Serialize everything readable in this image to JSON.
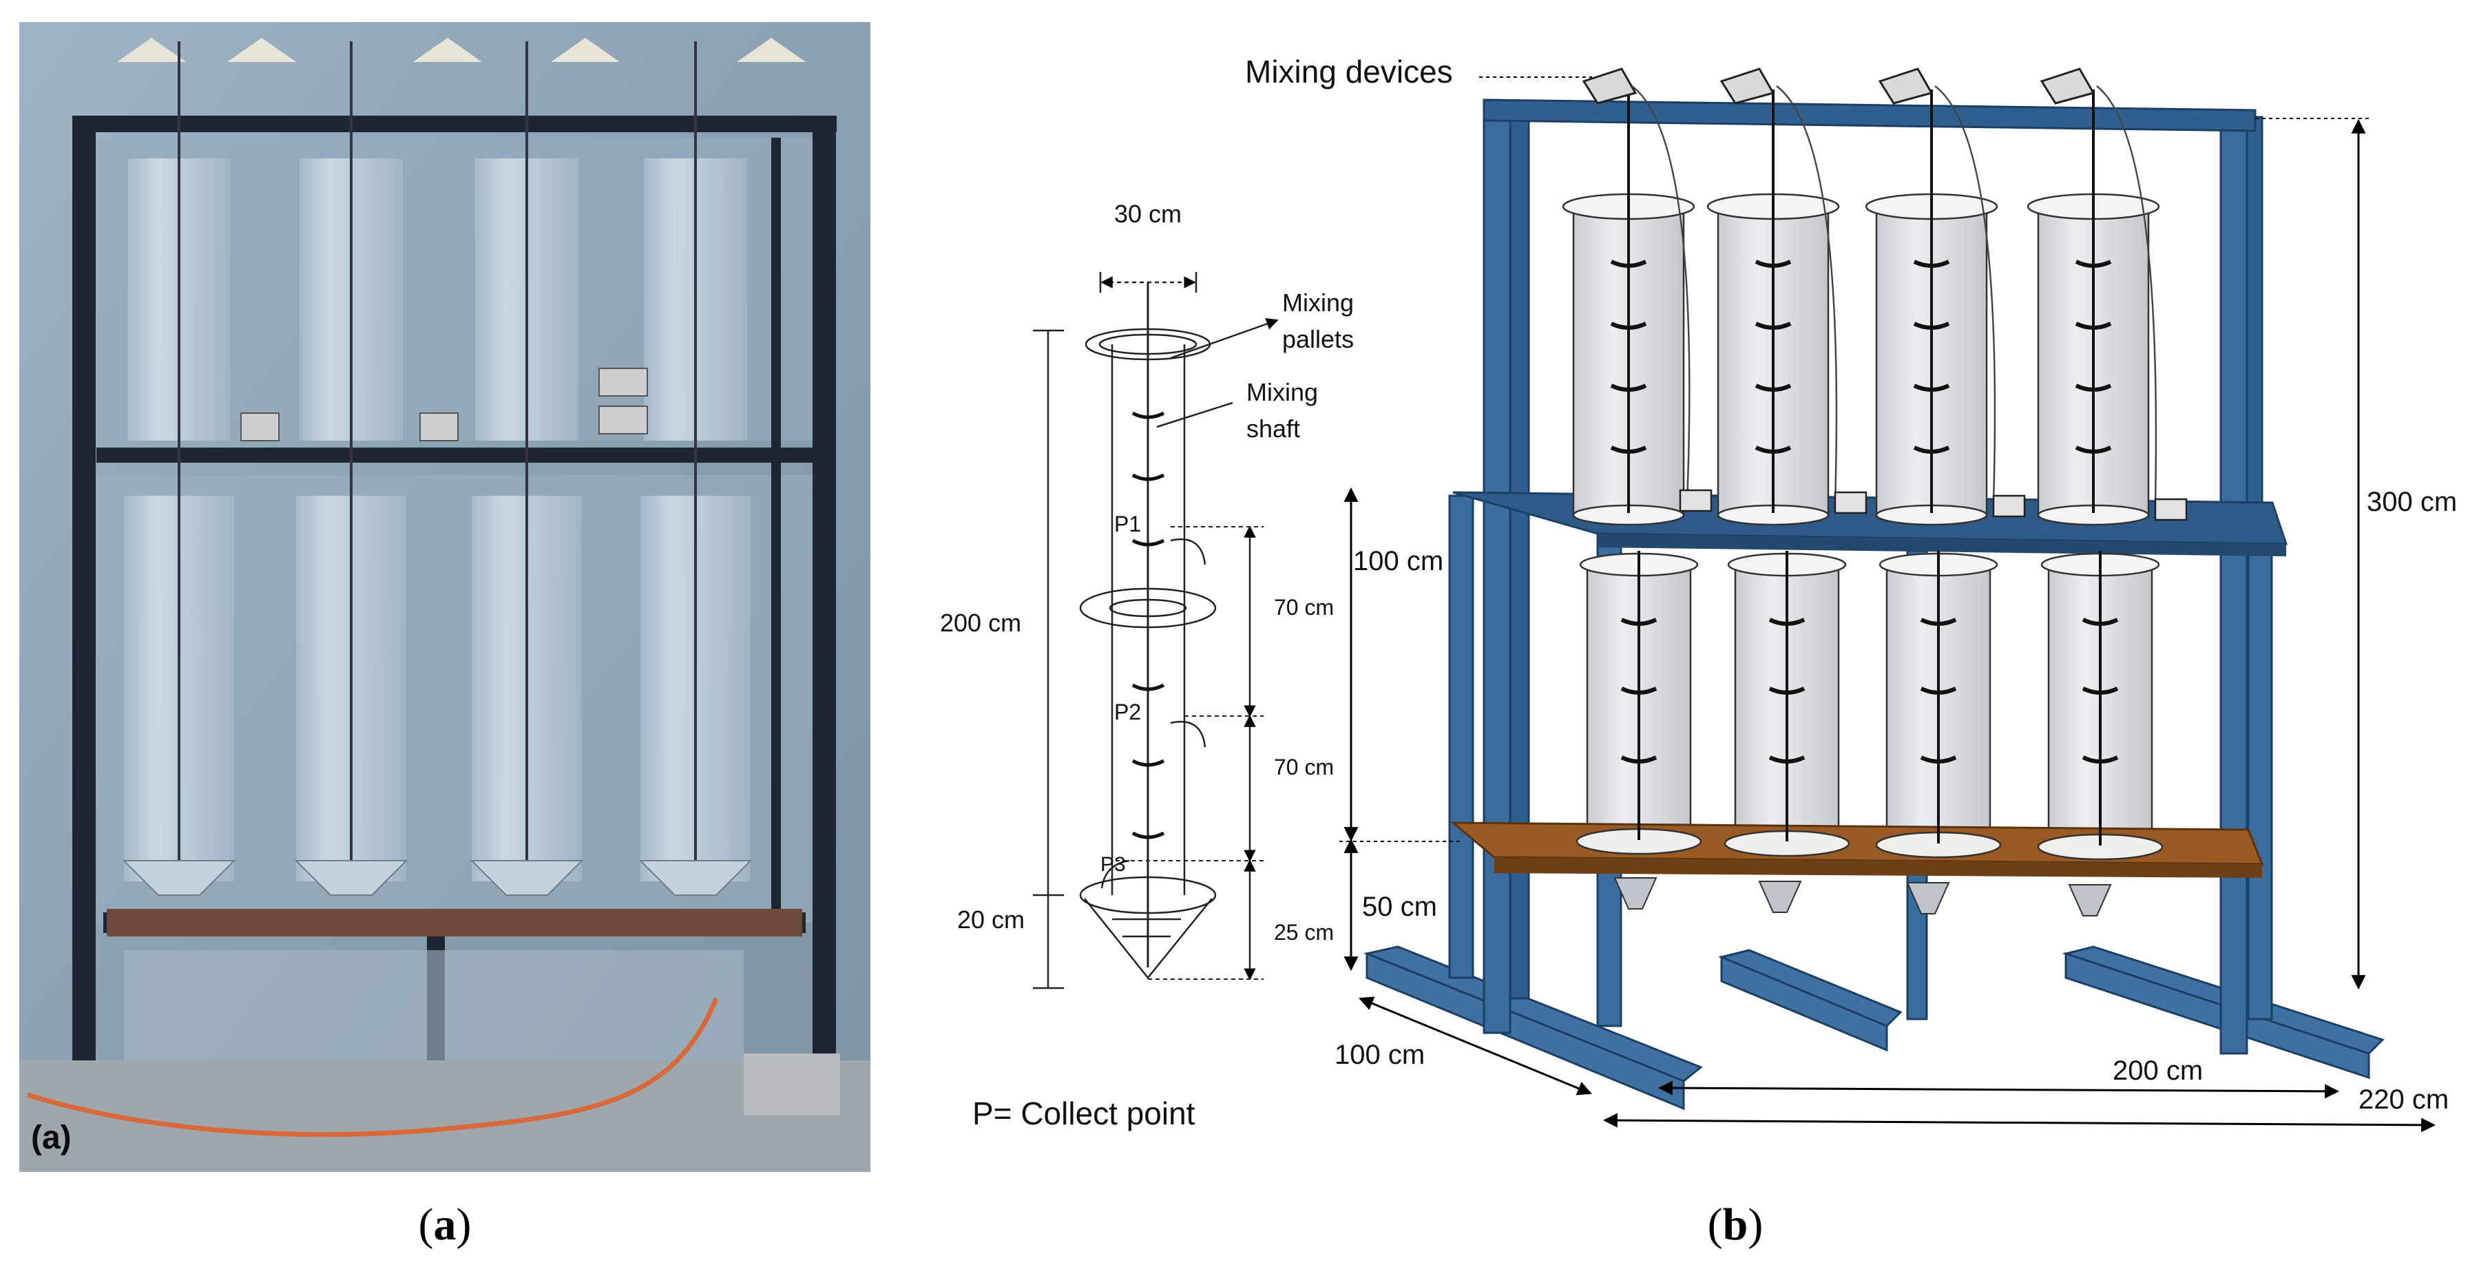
{
  "panel_a": {
    "photo_tag": "(a)",
    "caption": {
      "open": "(",
      "letter": "a",
      "close": ")"
    }
  },
  "panel_b": {
    "caption": {
      "open": "(",
      "letter": "b",
      "close": ")"
    },
    "column_diagram": {
      "diameter_label": "30 cm",
      "total_height_label": "200 cm",
      "cone_height_label": "20 cm",
      "mixing_pallets_label": [
        "Mixing",
        "pallets"
      ],
      "mixing_shaft_label": [
        "Mixing",
        "shaft"
      ],
      "collect_points": [
        "P1",
        "P2",
        "P3"
      ],
      "segment_labels": [
        "70 cm",
        "70 cm",
        "25 cm"
      ],
      "legend": "P= Collect point"
    },
    "rig": {
      "mixing_devices_label": "Mixing devices",
      "height_label": "300 cm",
      "upper_gap_label": "100 cm",
      "lower_gap_label": "50 cm",
      "depth_label": "100 cm",
      "inner_width_label": "200 cm",
      "outer_width_label": "220 cm"
    }
  },
  "colors": {
    "frame_blue": "#2f5f8f",
    "frame_blue_dark": "#1c3f66",
    "wood_shelf": "#9a5a24",
    "glass": "#e3e5e8",
    "photo_wall": "#8da3b5"
  }
}
